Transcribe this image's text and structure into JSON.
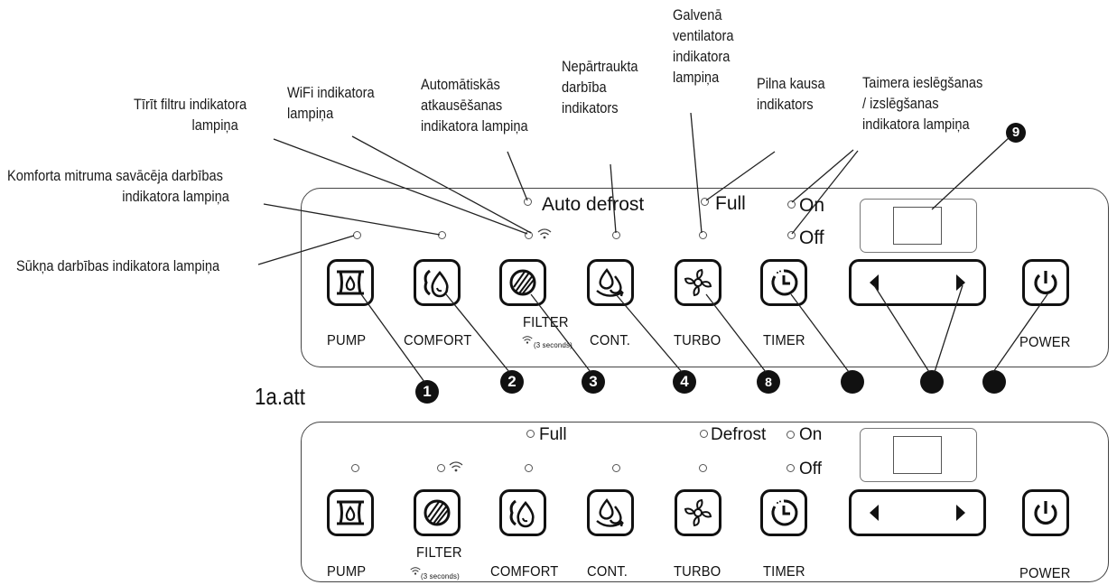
{
  "annotations": {
    "pump_led": "Sūkņa darbības indikatora lampiņa",
    "comfort_led_l1": "Komforta mitruma savācēja darbības",
    "comfort_led_l2": "indikatora lampiņa",
    "filter_led_l1": "Tīrīt filtru indikatora",
    "filter_led_l2": "lampiņa",
    "wifi_led_l1": "WiFi indikatora",
    "wifi_led_l2": "lampiņa",
    "defrost_led_l1": "Automātiskās",
    "defrost_led_l2": "atkausēšanas",
    "defrost_led_l3": "indikatora lampiņa",
    "cont_led_l1": "Nepārtraukta",
    "cont_led_l2": "darbība",
    "cont_led_l3": "indikators",
    "turbo_led_l1": "Galvenā",
    "turbo_led_l2": "ventilatora",
    "turbo_led_l3": "indikatora",
    "turbo_led_l4": "lampiņa",
    "full_led_l1": "Pilna kausa",
    "full_led_l2": "indikators",
    "timer_led_l1": "Taimera ieslēgšanas",
    "timer_led_l2": "/ izslēgšanas",
    "timer_led_l3": "indikatora lampiņa"
  },
  "figure_label": "1a.att",
  "panel_a": {
    "auto_defrost": "Auto defrost",
    "full": "Full",
    "on": "On",
    "off": "Off",
    "buttons": {
      "pump": "PUMP",
      "comfort": "COMFORT",
      "filter": "FILTER",
      "filter_sub": "(3 seconds)",
      "cont": "CONT.",
      "turbo": "TURBO",
      "timer": "TIMER",
      "power": "POWER"
    }
  },
  "panel_b": {
    "full": "Full",
    "defrost": "Defrost",
    "on": "On",
    "off": "Off",
    "buttons": {
      "pump": "PUMP",
      "filter": "FILTER",
      "filter_sub": "(3 seconds)",
      "comfort": "COMFORT",
      "cont": "CONT.",
      "turbo": "TURBO",
      "timer": "TIMER",
      "power": "POWER"
    }
  },
  "callouts": [
    "1",
    "2",
    "3",
    "4",
    "8",
    "",
    "",
    "",
    "9"
  ]
}
